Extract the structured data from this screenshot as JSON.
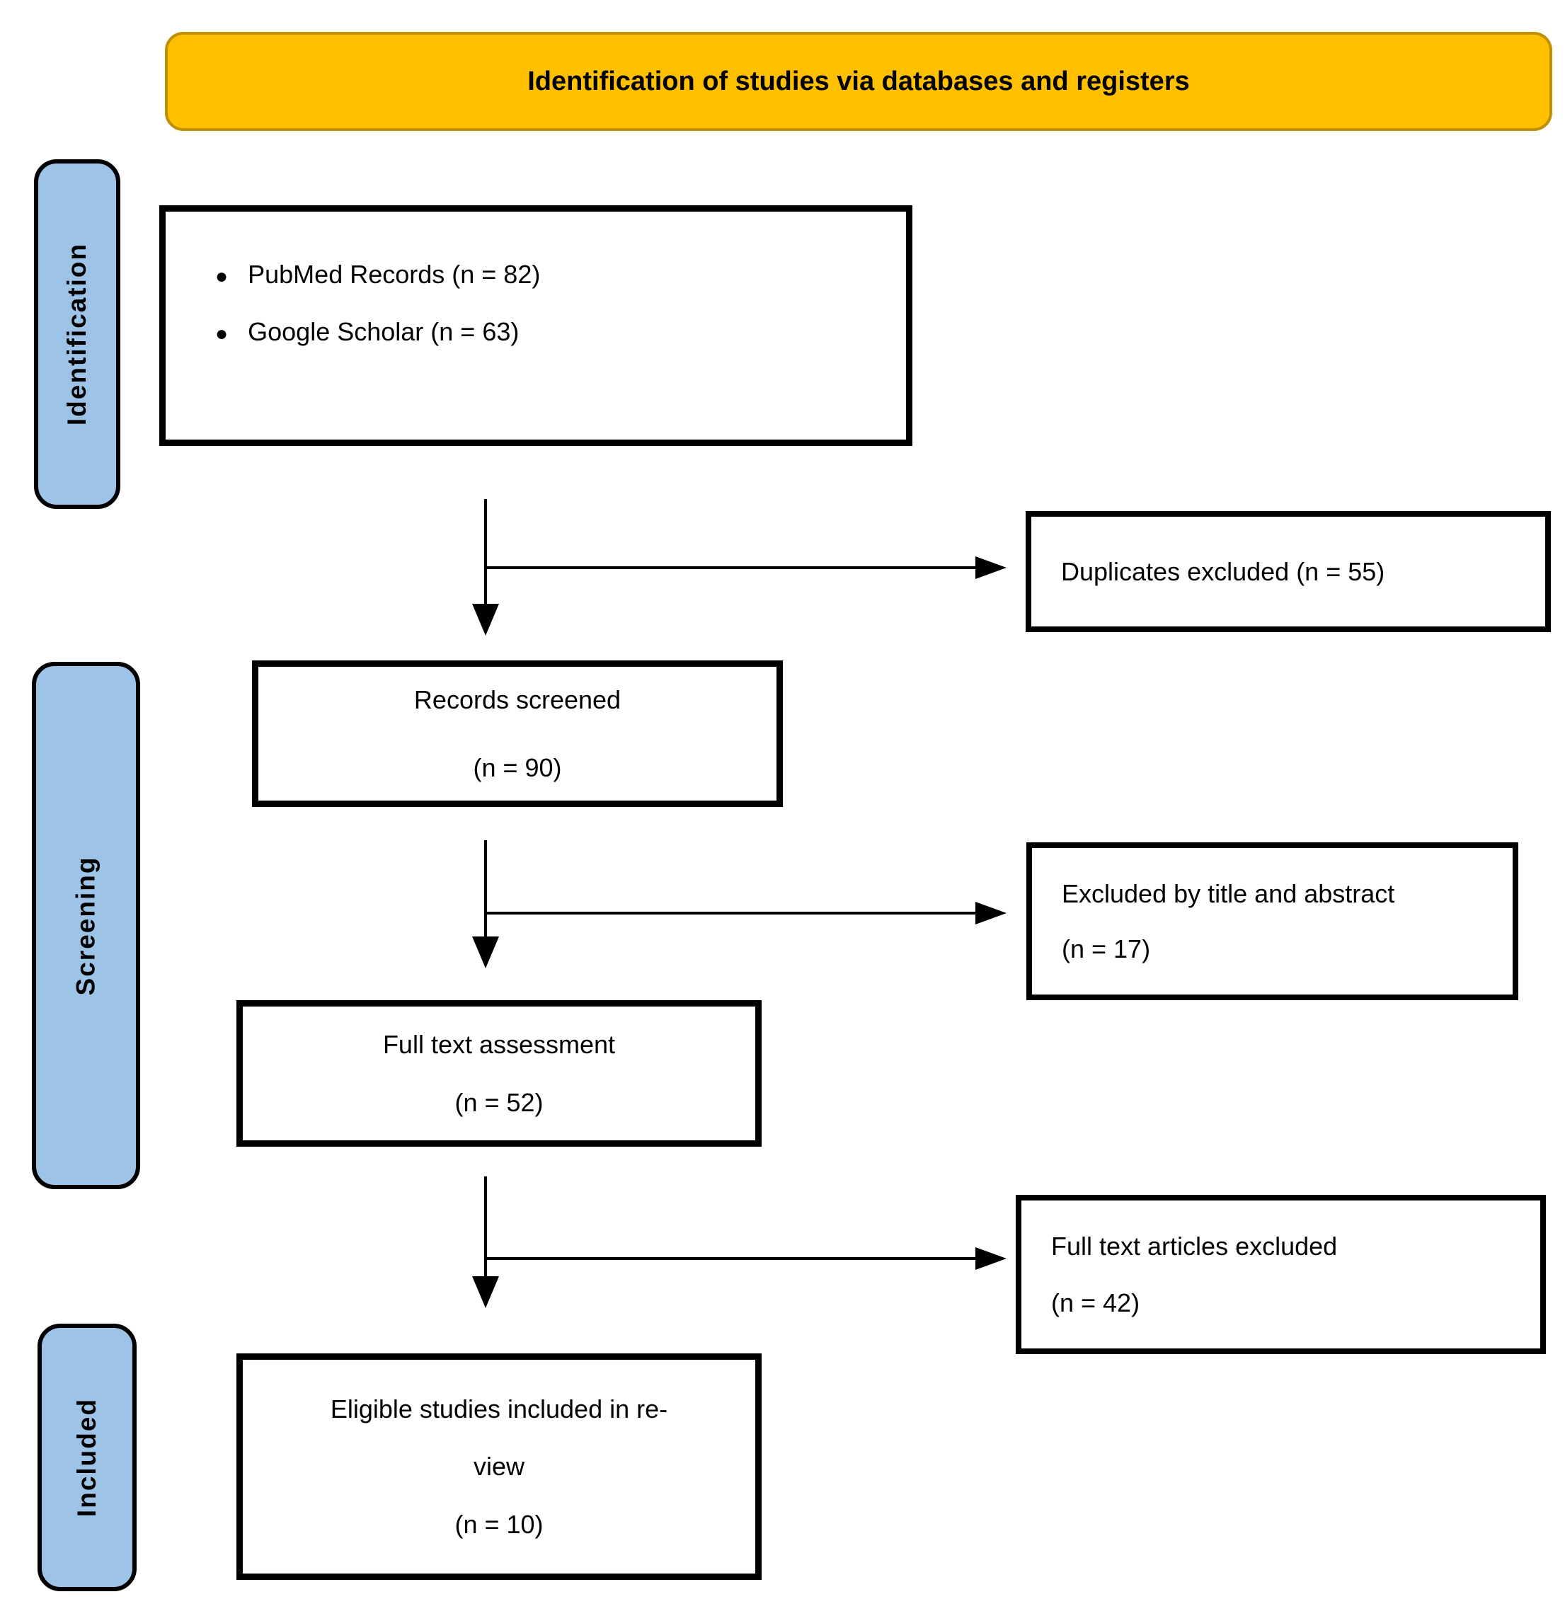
{
  "header": {
    "title": "Identification of studies via databases and registers"
  },
  "stages": {
    "identification": "Identification",
    "screening": "Screening",
    "included": "Included"
  },
  "boxes": {
    "sources": {
      "items": [
        {
          "label": "PubMed Records (n = 82)"
        },
        {
          "label": "Google Scholar (n = 63)"
        }
      ]
    },
    "duplicates_excluded": {
      "line1": "Duplicates excluded (n = 55)"
    },
    "records_screened": {
      "line1": "Records screened",
      "line2": "(n = 90)"
    },
    "excluded_title_abstract": {
      "line1": "Excluded by title and abstract",
      "line2": "(n = 17)"
    },
    "full_text_assessment": {
      "line1": "Full text assessment",
      "line2": "(n = 52)"
    },
    "full_text_excluded": {
      "line1": "Full text articles excluded",
      "line2": "(n = 42)"
    },
    "eligible_included": {
      "line1": "Eligible studies included in re-",
      "line2": "view",
      "line3": "(n = 10)"
    }
  },
  "colors": {
    "header_fill": "#FFC000",
    "header_border": "#BF9000",
    "stage_fill": "#9DC3E6",
    "stage_border": "#000000",
    "box_border": "#000000",
    "arrow": "#000000",
    "background": "#FFFFFF"
  }
}
